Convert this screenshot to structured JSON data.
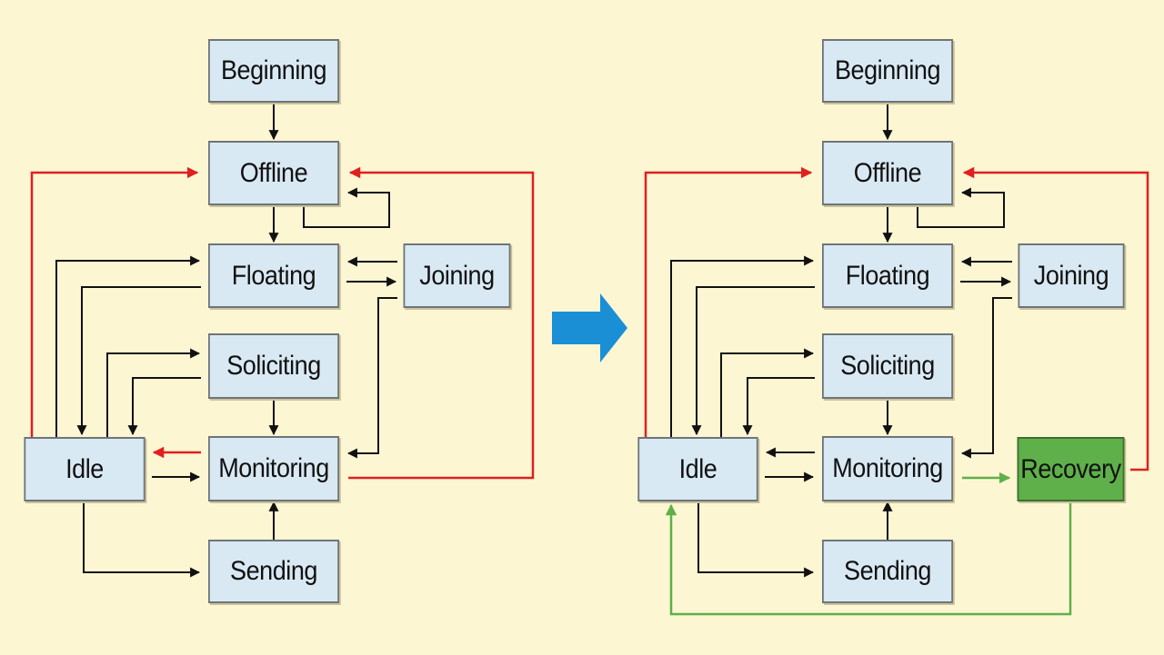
{
  "left_diagram": {
    "beginning": "Beginning",
    "offline": "Offline",
    "floating": "Floating",
    "joining": "Joining",
    "soliciting": "Soliciting",
    "idle": "Idle",
    "monitoring": "Monitoring",
    "sending": "Sending"
  },
  "right_diagram": {
    "beginning": "Beginning",
    "offline": "Offline",
    "floating": "Floating",
    "joining": "Joining",
    "soliciting": "Soliciting",
    "idle": "Idle",
    "monitoring": "Monitoring",
    "sending": "Sending",
    "recovery": "Recovery"
  },
  "colors": {
    "background": "#fdf6d3",
    "node_fill": "#d9e9f3",
    "node_border": "#6f7478",
    "edge": "#111111",
    "red_edge": "#e0201f",
    "green_edge": "#5fb04a",
    "recovery_fill": "#5fb04a",
    "transition_arrow": "#1a8fd6"
  },
  "icons": {
    "transition_arrow": "right-arrow-icon"
  }
}
